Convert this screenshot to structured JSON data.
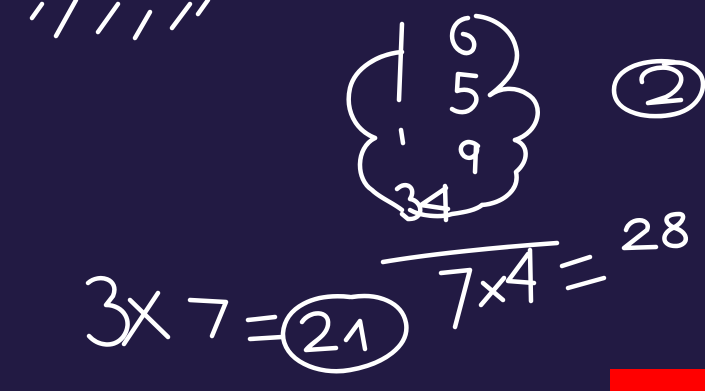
{
  "colors": {
    "background": "#221a43",
    "ink": "#ffffff",
    "red_block": "#ff0000"
  },
  "writing": {
    "stacked_numbers": [
      "1",
      "6",
      "5",
      "1",
      "9",
      "3",
      "4"
    ],
    "circled_number": "2",
    "product_1": "7×4",
    "result_1": "28",
    "product_2": "3x7",
    "result_2": "21"
  }
}
